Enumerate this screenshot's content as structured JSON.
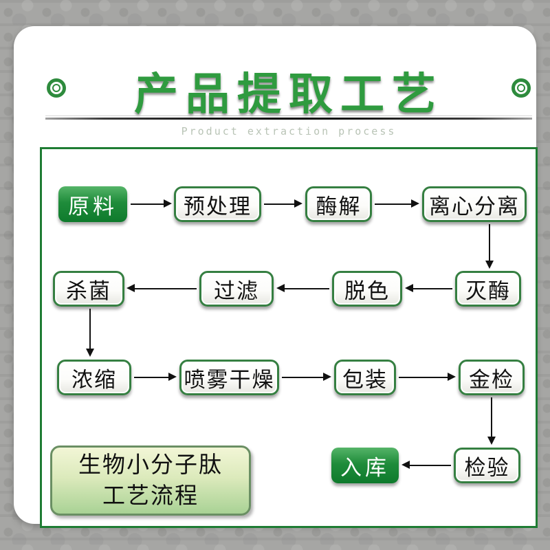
{
  "header": {
    "title": "产品提取工艺",
    "subtitle": "Product extraction process"
  },
  "colors": {
    "accent_green": "#2f9b3f",
    "frame_border_green": "#1e7c33",
    "node_border_green": "#357f41",
    "dark_node_green": "#0e7a2c",
    "caption_bg_green": "#bcdca4",
    "background_gray": "#a6a6a4"
  },
  "flowchart": {
    "nodes": {
      "raw_material": {
        "label": "原料",
        "style": "dark"
      },
      "pretreatment": {
        "label": "预处理",
        "style": "light"
      },
      "enzymolysis": {
        "label": "酶解",
        "style": "light"
      },
      "centrifugal_separation": {
        "label": "离心分离",
        "style": "light"
      },
      "enzyme_inactivation": {
        "label": "灭酶",
        "style": "light"
      },
      "decolorization": {
        "label": "脱色",
        "style": "light"
      },
      "filtration": {
        "label": "过滤",
        "style": "light"
      },
      "sterilization": {
        "label": "杀菌",
        "style": "light"
      },
      "concentration": {
        "label": "浓缩",
        "style": "light"
      },
      "spray_drying": {
        "label": "喷雾干燥",
        "style": "light"
      },
      "packaging": {
        "label": "包装",
        "style": "light"
      },
      "metal_detection": {
        "label": "金检",
        "style": "light"
      },
      "inspection": {
        "label": "检验",
        "style": "light"
      },
      "warehousing": {
        "label": "入库",
        "style": "dark"
      }
    },
    "edges": [
      {
        "from": "raw_material",
        "to": "pretreatment"
      },
      {
        "from": "pretreatment",
        "to": "enzymolysis"
      },
      {
        "from": "enzymolysis",
        "to": "centrifugal_separation"
      },
      {
        "from": "centrifugal_separation",
        "to": "enzyme_inactivation"
      },
      {
        "from": "enzyme_inactivation",
        "to": "decolorization"
      },
      {
        "from": "decolorization",
        "to": "filtration"
      },
      {
        "from": "filtration",
        "to": "sterilization"
      },
      {
        "from": "sterilization",
        "to": "concentration"
      },
      {
        "from": "concentration",
        "to": "spray_drying"
      },
      {
        "from": "spray_drying",
        "to": "packaging"
      },
      {
        "from": "packaging",
        "to": "metal_detection"
      },
      {
        "from": "metal_detection",
        "to": "inspection"
      },
      {
        "from": "inspection",
        "to": "warehousing"
      }
    ],
    "caption": {
      "line1": "生物小分子肽",
      "line2": "工艺流程"
    }
  }
}
